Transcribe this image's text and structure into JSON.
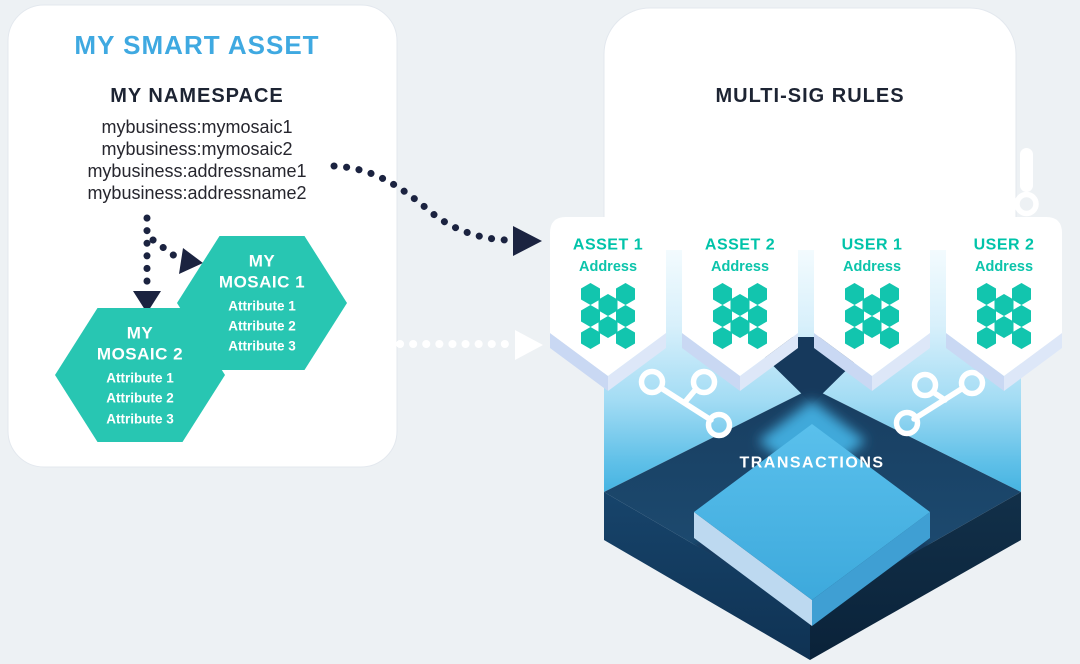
{
  "colors": {
    "accent_teal": "#12c5ae",
    "label_teal": "#00c3a9",
    "heading_blue": "#3fa9e1",
    "navy": "#1c2440",
    "platform_blue": "#4cb9ea"
  },
  "left_panel": {
    "title": "MY SMART ASSET",
    "subtitle": "MY NAMESPACE",
    "namespace_lines": [
      "mybusiness:mymosaic1",
      "mybusiness:mymosaic2",
      "mybusiness:addressname1",
      "mybusiness:addressname2"
    ],
    "mosaic_1": {
      "line1": "MY",
      "line2": "MOSAIC 1",
      "attributes": [
        "Attribute 1",
        "Attribute 2",
        "Attribute 3"
      ]
    },
    "mosaic_2": {
      "line1": "MY",
      "line2": "MOSAIC 2",
      "attributes": [
        "Attribute 1",
        "Attribute 2",
        "Attribute 3"
      ]
    }
  },
  "right_panel": {
    "title": "MULTI-SIG RULES",
    "cards": [
      {
        "title": "ASSET 1",
        "subtitle": "Address"
      },
      {
        "title": "ASSET 2",
        "subtitle": "Address"
      },
      {
        "title": "USER 1",
        "subtitle": "Address"
      },
      {
        "title": "USER 2",
        "subtitle": "Address"
      }
    ],
    "platform_label": "TRANSACTIONS"
  }
}
